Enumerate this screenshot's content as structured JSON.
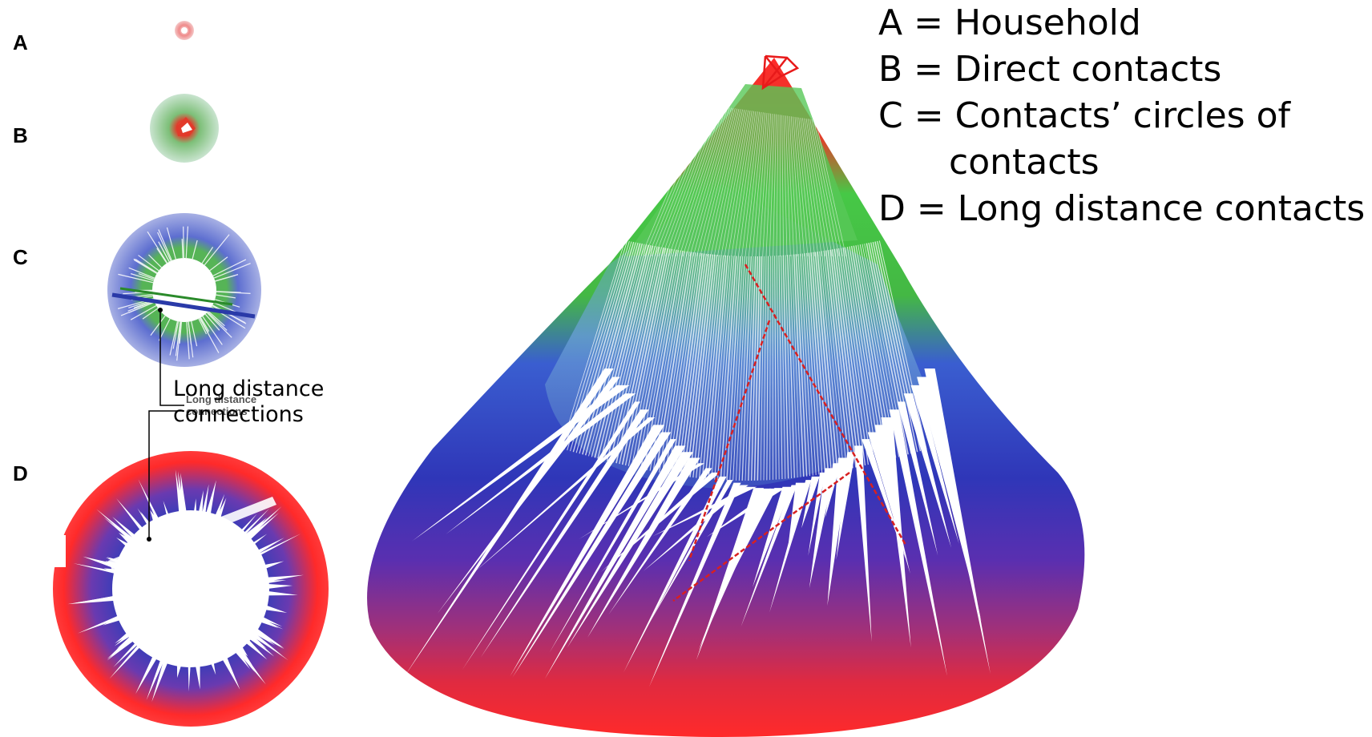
{
  "panels": {
    "a": "A",
    "b": "B",
    "c": "C",
    "d": "D"
  },
  "legend": {
    "a": "A = Household",
    "b": "B = Direct contacts",
    "c_line1": "C = Contacts’ circles of",
    "c_line2": "contacts",
    "d": "D = Long distance contacts"
  },
  "callout": {
    "line1": "Long distance",
    "line2": "connections",
    "ghost_line1": "Long distance",
    "ghost_line2": "connections"
  },
  "colors": {
    "household": "#e34a4a",
    "direct": "#3cc43c",
    "circles": "#2f3fb0",
    "long_distance": "#ff2020",
    "ring_c_bg": "#8c95d6",
    "ring_b_bg": "#a9d8b4"
  }
}
